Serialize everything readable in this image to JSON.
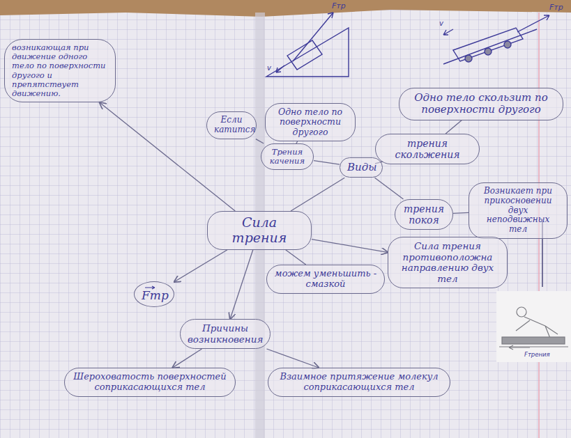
{
  "diagram": {
    "nodes": [
      {
        "text": [
          "возникающая при движение одного тело по поверхности другого и препятствует движению."
        ]
      },
      {
        "text": [
          "Сила трения"
        ]
      },
      {
        "text": [
          "Виды"
        ]
      },
      {
        "text": [
          "Если катится"
        ]
      },
      {
        "text": [
          "Одно тело по поверхности другого"
        ]
      },
      {
        "text": [
          "Трения качения"
        ]
      },
      {
        "text": [
          "трения скольжения"
        ]
      },
      {
        "text": [
          "Одно тело скользит по поверхности другого"
        ]
      },
      {
        "text": [
          "трения покоя"
        ]
      },
      {
        "text": [
          "Возникает при прикосновении двух неподвижных тел"
        ]
      },
      {
        "text": [
          "Сила трения противоположна направлению двух тел"
        ]
      },
      {
        "text": [
          "можем уменьшить - смазкой"
        ]
      },
      {
        "text": [
          "Fтр"
        ]
      },
      {
        "text": [
          "Причины возникновения"
        ]
      },
      {
        "text": [
          "Шероховатость поверхностей соприкасающихся тел"
        ]
      },
      {
        "text": [
          "Взаимное притяжение молекул соприкасающихся тел"
        ]
      }
    ],
    "edges": [
      {
        "from": 1,
        "to": 0,
        "arrow": "to"
      },
      {
        "from": 1,
        "to": 2,
        "arrow": "none"
      },
      {
        "from": 2,
        "to": 5,
        "arrow": "none"
      },
      {
        "from": 2,
        "to": 6,
        "arrow": "none"
      },
      {
        "from": 2,
        "to": 8,
        "arrow": "none"
      },
      {
        "from": 5,
        "to": 4,
        "arrow": "none"
      },
      {
        "from": 5,
        "to": 3,
        "arrow": "none"
      },
      {
        "from": 6,
        "to": 7,
        "arrow": "none"
      },
      {
        "from": 8,
        "to": 9,
        "arrow": "none"
      },
      {
        "from": 1,
        "to": 10,
        "arrow": "to"
      },
      {
        "from": 1,
        "to": 11,
        "arrow": "none"
      },
      {
        "from": 1,
        "to": 12,
        "arrow": "to"
      },
      {
        "from": 1,
        "to": 13,
        "arrow": "to"
      },
      {
        "from": 13,
        "to": 14,
        "arrow": "to"
      },
      {
        "from": 13,
        "to": 15,
        "arrow": "to"
      }
    ],
    "labels": [
      "Fтр",
      "v",
      "Fтр",
      "v",
      "Fтрения"
    ]
  }
}
